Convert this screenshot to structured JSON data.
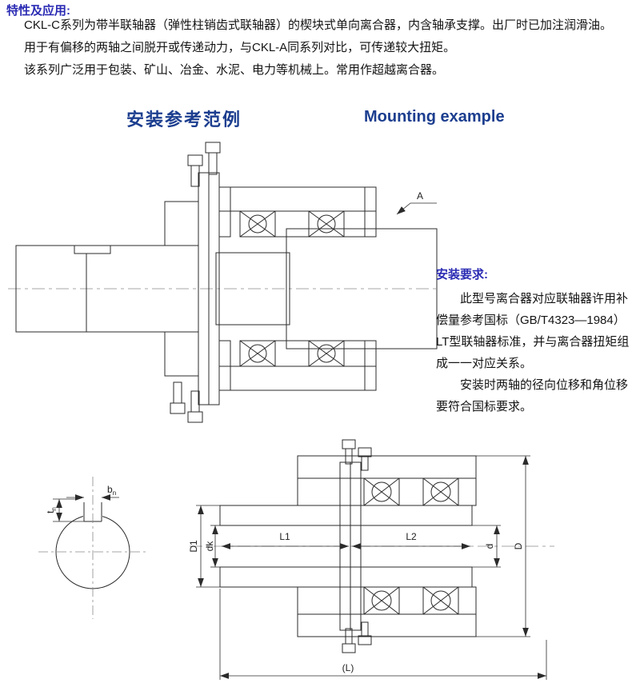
{
  "colors": {
    "accent_blue": "#2b2bb4",
    "heading_blue": "#1c3e8f",
    "text": "#141414",
    "line": "#2b2b2b"
  },
  "intro": {
    "title": "特性及应用:",
    "paragraphs": [
      "CKL-C系列为带半联轴器（弹性柱销齿式联轴器）的楔块式单向离合器，内含轴承支撑。出厂时已加注润滑油。",
      "用于有偏移的两轴之间脱开或传递动力，与CKL-A同系列对比，可传递较大扭矩。",
      "该系列广泛用于包装、矿山、冶金、水泥、电力等机械上。常用作超越离合器。"
    ]
  },
  "headings": {
    "zh": "安装参考范例",
    "en": "Mounting example"
  },
  "install": {
    "title": "安装要求:",
    "p1": "此型号离合器对应联轴器许用补偿量参考国标（GB/T4323—1984）LT型联轴器标准，并与离合器扭矩组成一一对应关系。",
    "p2": "安装时两轴的径向位移和角位移要符合国标要求。"
  },
  "figure1": {
    "section_label": "A"
  },
  "figure2": {
    "dims": {
      "D1": "D1",
      "dk": "dk",
      "L1": "L1",
      "L2": "L2",
      "d": "d",
      "D": "D",
      "L_total": "(L)"
    }
  },
  "keyway": {
    "b_main": "b",
    "b_sub": "n",
    "t_main": "t",
    "t_sub": "n"
  }
}
